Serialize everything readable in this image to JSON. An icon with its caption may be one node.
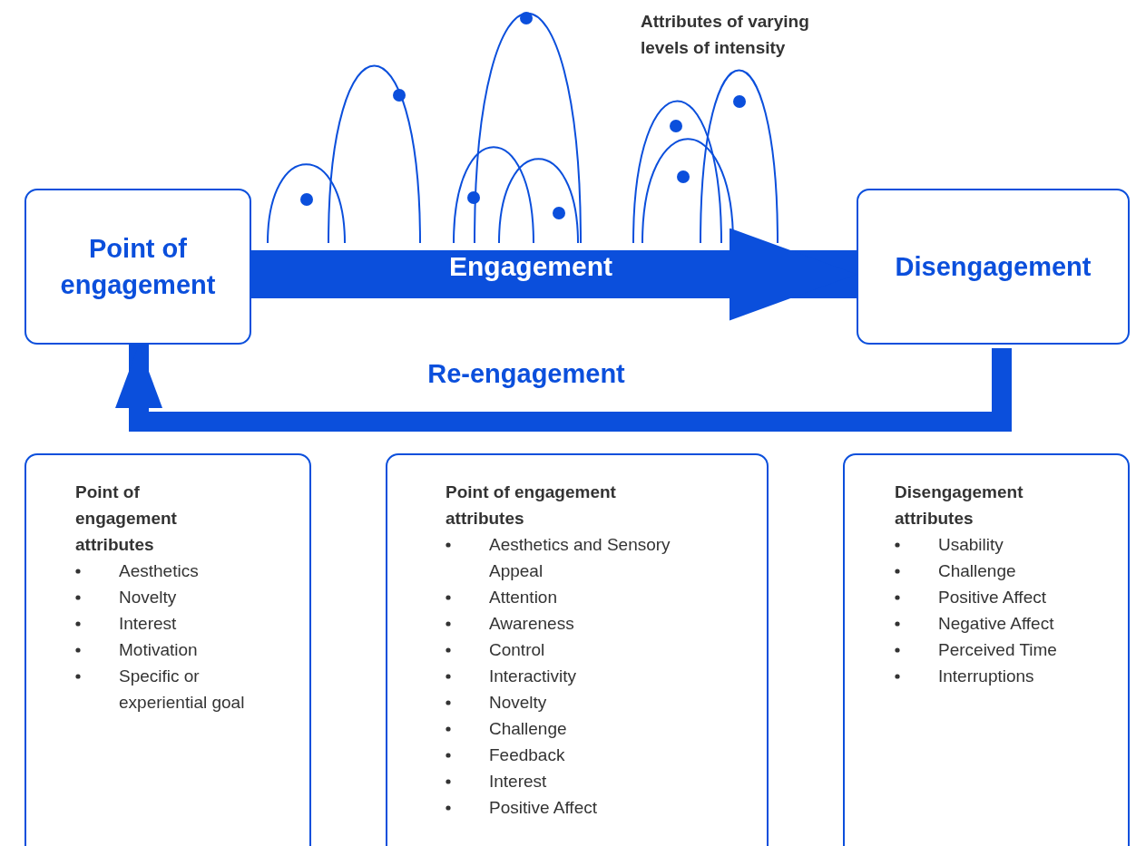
{
  "diagram": {
    "nodes": [
      {
        "text": [
          "Point of engagement"
        ]
      },
      {
        "text": [
          "Disengagement"
        ]
      },
      {
        "text": [
          "Point of engagement attributes",
          "Aesthetics",
          "Novelty",
          "Interest",
          "Motivation",
          "Specific or experiential goal"
        ]
      },
      {
        "text": [
          "Point of engagement attributes",
          "Aesthetics and Sensory Appeal",
          "Attention",
          "Awareness",
          "Control",
          "Interactivity",
          "Novelty",
          "Challenge",
          "Feedback",
          "Interest",
          "Positive Affect"
        ]
      },
      {
        "text": [
          "Disengagement attributes",
          "Usability",
          "Challenge",
          "Positive Affect",
          "Negative Affect",
          "Perceived Time",
          "Interruptions"
        ]
      }
    ],
    "edges": [
      {
        "from": 0,
        "to": 1,
        "arrow": "to",
        "label": "Engagement",
        "style": "thick"
      },
      {
        "from": 1,
        "to": 0,
        "arrow": "to",
        "label": "Re-engagement"
      }
    ],
    "labels": [
      "Attributes of varying levels of intensity"
    ]
  }
}
